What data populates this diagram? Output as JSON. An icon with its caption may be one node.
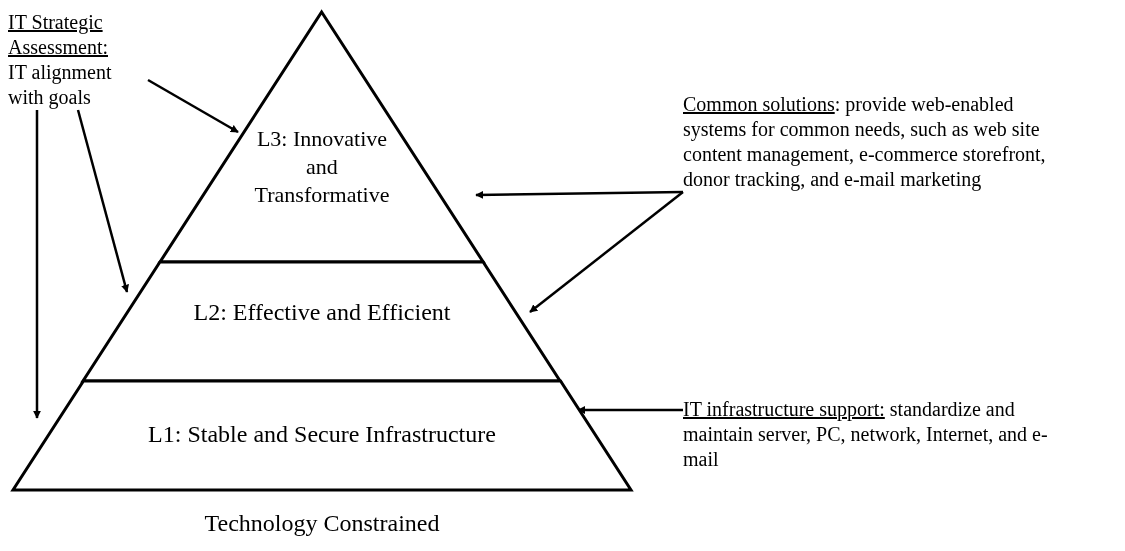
{
  "diagram": {
    "nodes": [
      {
        "text": [
          "L3: Innovative and Transformative"
        ]
      },
      {
        "text": [
          "L2: Effective and Efficient"
        ]
      },
      {
        "text": [
          "L1: Stable and Secure Infrastructure"
        ]
      },
      {
        "text": [
          "IT Strategic Assessment:",
          "IT alignment with goals"
        ]
      },
      {
        "text": [
          "Common solutions",
          ": provide web-enabled systems for common needs, such as web site content management, e-commerce storefront, donor tracking, and e-mail marketing"
        ]
      },
      {
        "text": [
          "IT infrastructure support:",
          "standardize and maintain server, PC, network, Internet, and e-mail"
        ]
      }
    ],
    "edges": [
      {
        "from": 3,
        "to": 0,
        "arrow": "to"
      },
      {
        "from": 3,
        "to": 1,
        "arrow": "to"
      },
      {
        "from": 3,
        "to": 2,
        "arrow": "to"
      },
      {
        "from": 4,
        "to": 0,
        "arrow": "to"
      },
      {
        "from": 4,
        "to": 1,
        "arrow": "to"
      },
      {
        "from": 5,
        "to": 2,
        "arrow": "to"
      }
    ],
    "labels": [
      "Technology Constrained"
    ]
  }
}
